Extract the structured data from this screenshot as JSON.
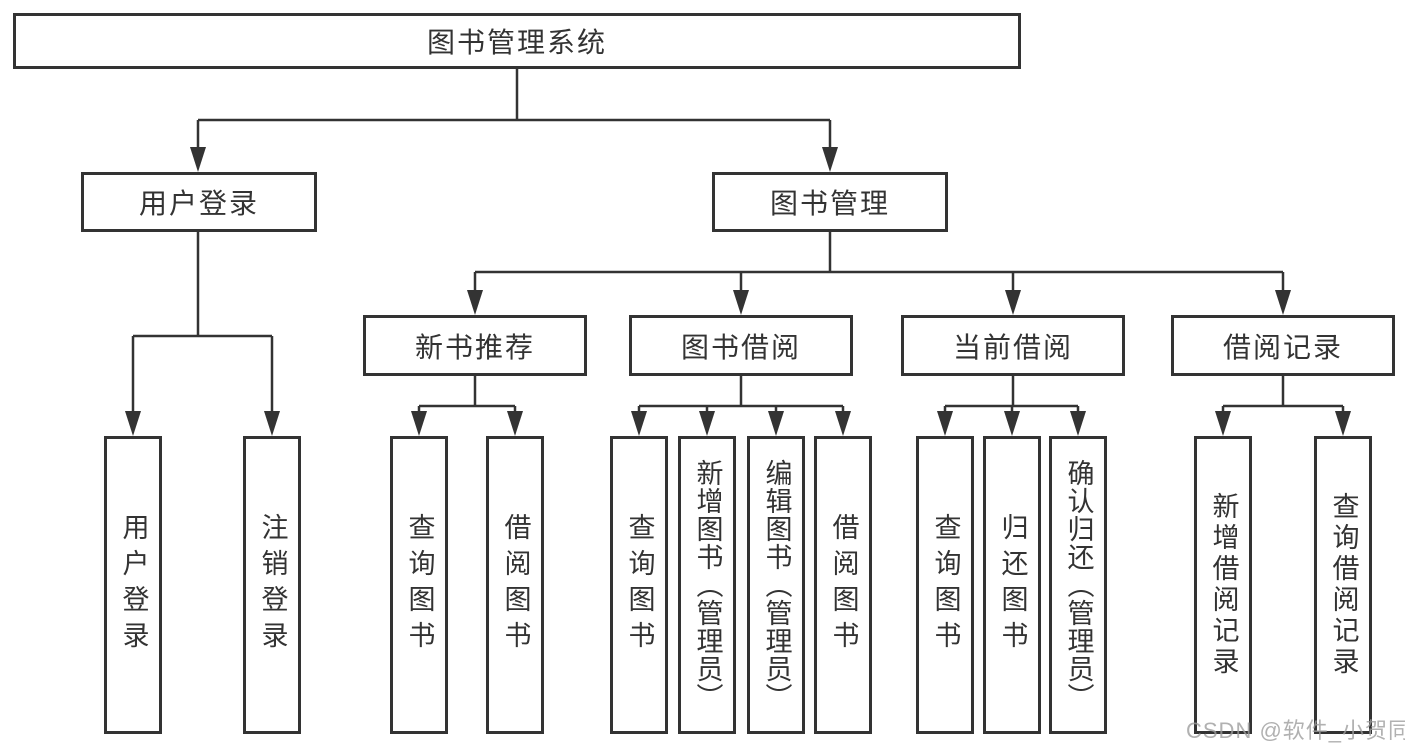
{
  "tree": {
    "label": "图书管理系统",
    "children": [
      {
        "label": "用户登录",
        "children": [
          {
            "label": "用户登录"
          },
          {
            "label": "注销登录"
          }
        ]
      },
      {
        "label": "图书管理",
        "children": [
          {
            "label": "新书推荐",
            "children": [
              {
                "label": "查询图书"
              },
              {
                "label": "借阅图书"
              }
            ]
          },
          {
            "label": "图书借阅",
            "children": [
              {
                "label": "查询图书"
              },
              {
                "label": "新增图书（管理员）"
              },
              {
                "label": "编辑图书（管理员）"
              },
              {
                "label": "借阅图书"
              }
            ]
          },
          {
            "label": "当前借阅",
            "children": [
              {
                "label": "查询图书"
              },
              {
                "label": "归还图书"
              },
              {
                "label": "确认归还（管理员）"
              }
            ]
          },
          {
            "label": "借阅记录",
            "children": [
              {
                "label": "新增借阅记录"
              },
              {
                "label": "查询借阅记录"
              }
            ]
          }
        ]
      }
    ]
  },
  "watermark": {
    "text": "CSDN @软件_小贺同学"
  },
  "colors": {
    "line": "#333333",
    "box_border": "#333333",
    "text": "#333333",
    "watermark_text": "#9e9e9e",
    "background": "#ffffff"
  }
}
